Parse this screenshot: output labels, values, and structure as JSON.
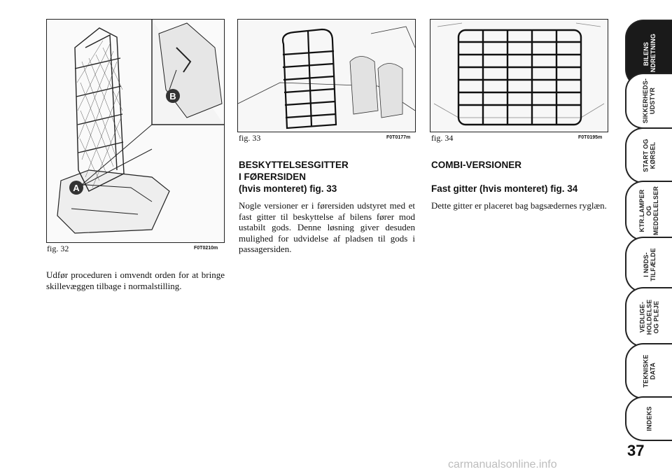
{
  "figures": [
    {
      "caption": "fig. 32",
      "code": "F0T0210m",
      "labels": [
        "A",
        "B"
      ]
    },
    {
      "caption": "fig. 33",
      "code": "F0T0177m"
    },
    {
      "caption": "fig. 34",
      "code": "F0T0195m"
    }
  ],
  "left_text": "Udfør proceduren i omvendt orden for at bringe skillevæggen tilbage i normalstilling.",
  "middle": {
    "heading_line1": "BESKYTTELSESGITTER",
    "heading_line2": "I FØRERSIDEN",
    "heading_line3": "(hvis monteret) fig. 33",
    "body": "Nogle versioner er i førersiden udstyret med et fast gitter til beskyttelse af bilens fører mod ustabilt gods. Denne løsning giver desuden mulighed for udvidelse af pladsen til gods i passagersiden."
  },
  "right": {
    "heading": "COMBI-VERSIONER",
    "subheading": "Fast gitter (hvis monteret) fig. 34",
    "body": "Dette gitter er placeret bag bagsædernes ryglæn."
  },
  "tabs": [
    {
      "label": "BILENS\nINDRETNING",
      "active": true
    },
    {
      "label": "SIKKERHEDS-\nUDSTYR",
      "active": false
    },
    {
      "label": "START OG\nKØRSEL",
      "active": false
    },
    {
      "label": "KTR.LAMPER\nOG\nMEDDELELSER",
      "active": false
    },
    {
      "label": "I NØDS-\nTILFÆLDE",
      "active": false
    },
    {
      "label": "VEDLIGE-\nHOLDELSE\nOG PLEJE",
      "active": false
    },
    {
      "label": "TEKNISKE\nDATA",
      "active": false
    },
    {
      "label": "INDEKS",
      "active": false
    }
  ],
  "page_number": "37",
  "watermark": "carmanualsonline.info"
}
